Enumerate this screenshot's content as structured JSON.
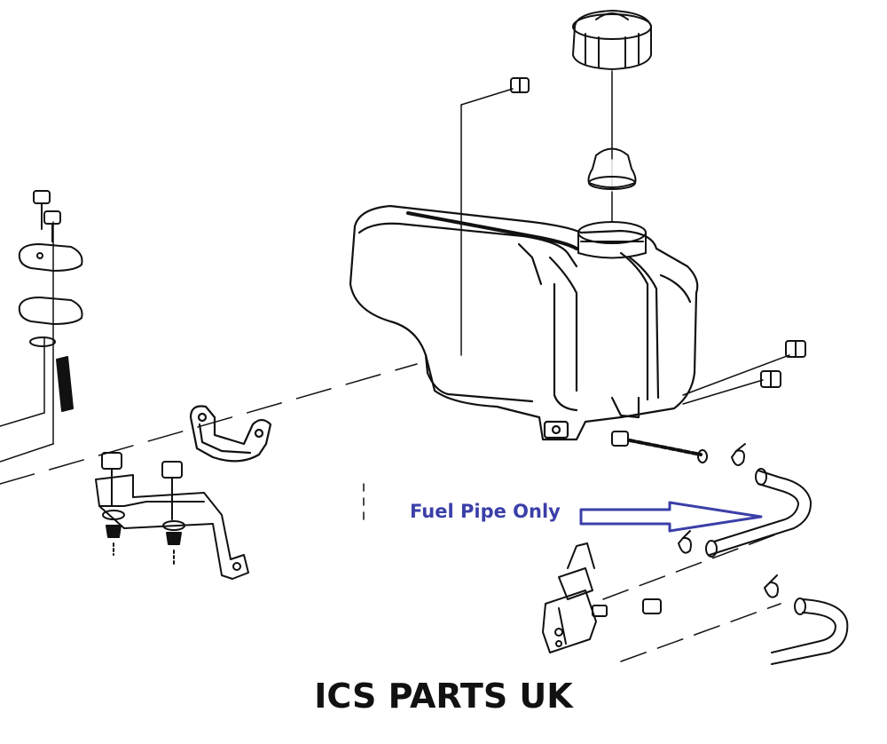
{
  "diagram": {
    "callout_label": "Fuel Pipe Only",
    "callout_color": "#3b3fa8",
    "line_color": "#111111",
    "parts": [
      "fuel-tank",
      "fuel-cap",
      "cap-gasket",
      "fuel-pipe",
      "fuel-tap",
      "tank-mounting-bracket",
      "tank-strap",
      "bolts",
      "hose-clips",
      "washers"
    ]
  },
  "footer": {
    "brand": "ICS PARTS UK"
  }
}
